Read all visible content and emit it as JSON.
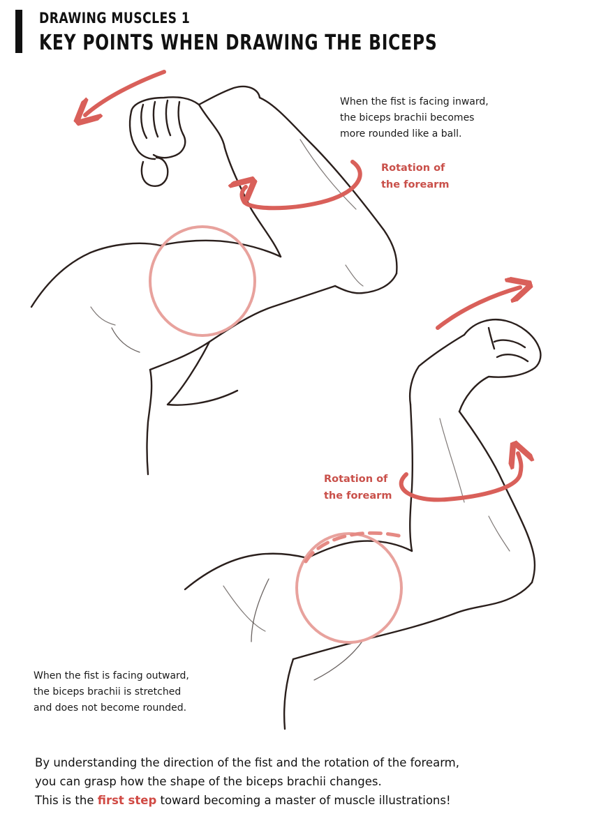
{
  "header": {
    "kicker": "DRAWING MUSCLES 1",
    "title": "KEY POINTS WHEN DRAWING THE BICEPS"
  },
  "notes": {
    "inward": [
      "When the fist is facing inward,",
      "the biceps brachii becomes",
      "more rounded like a ball."
    ],
    "outward": [
      "When the fist is facing outward,",
      "the biceps brachii is stretched",
      "and does not become rounded."
    ]
  },
  "labels": {
    "rotation_top": [
      "Rotation of",
      "the forearm"
    ],
    "rotation_bottom": [
      "Rotation of",
      "the forearm"
    ]
  },
  "summary": {
    "line1": "By understanding the direction of the fist and the rotation of the forearm,",
    "line2": "you can grasp how the shape of the biceps brachii changes.",
    "line3_before": "This is the ",
    "line3_highlight": "first step",
    "line3_after": " toward becoming a master of muscle illustrations!"
  },
  "colors": {
    "accent": "#d9605a",
    "accent_light": "#e8a29d",
    "ink": "#2a1f1c"
  },
  "icons": [
    "arrow-curved-left-icon",
    "arrow-curved-right-icon",
    "rotation-arrow-icon"
  ]
}
